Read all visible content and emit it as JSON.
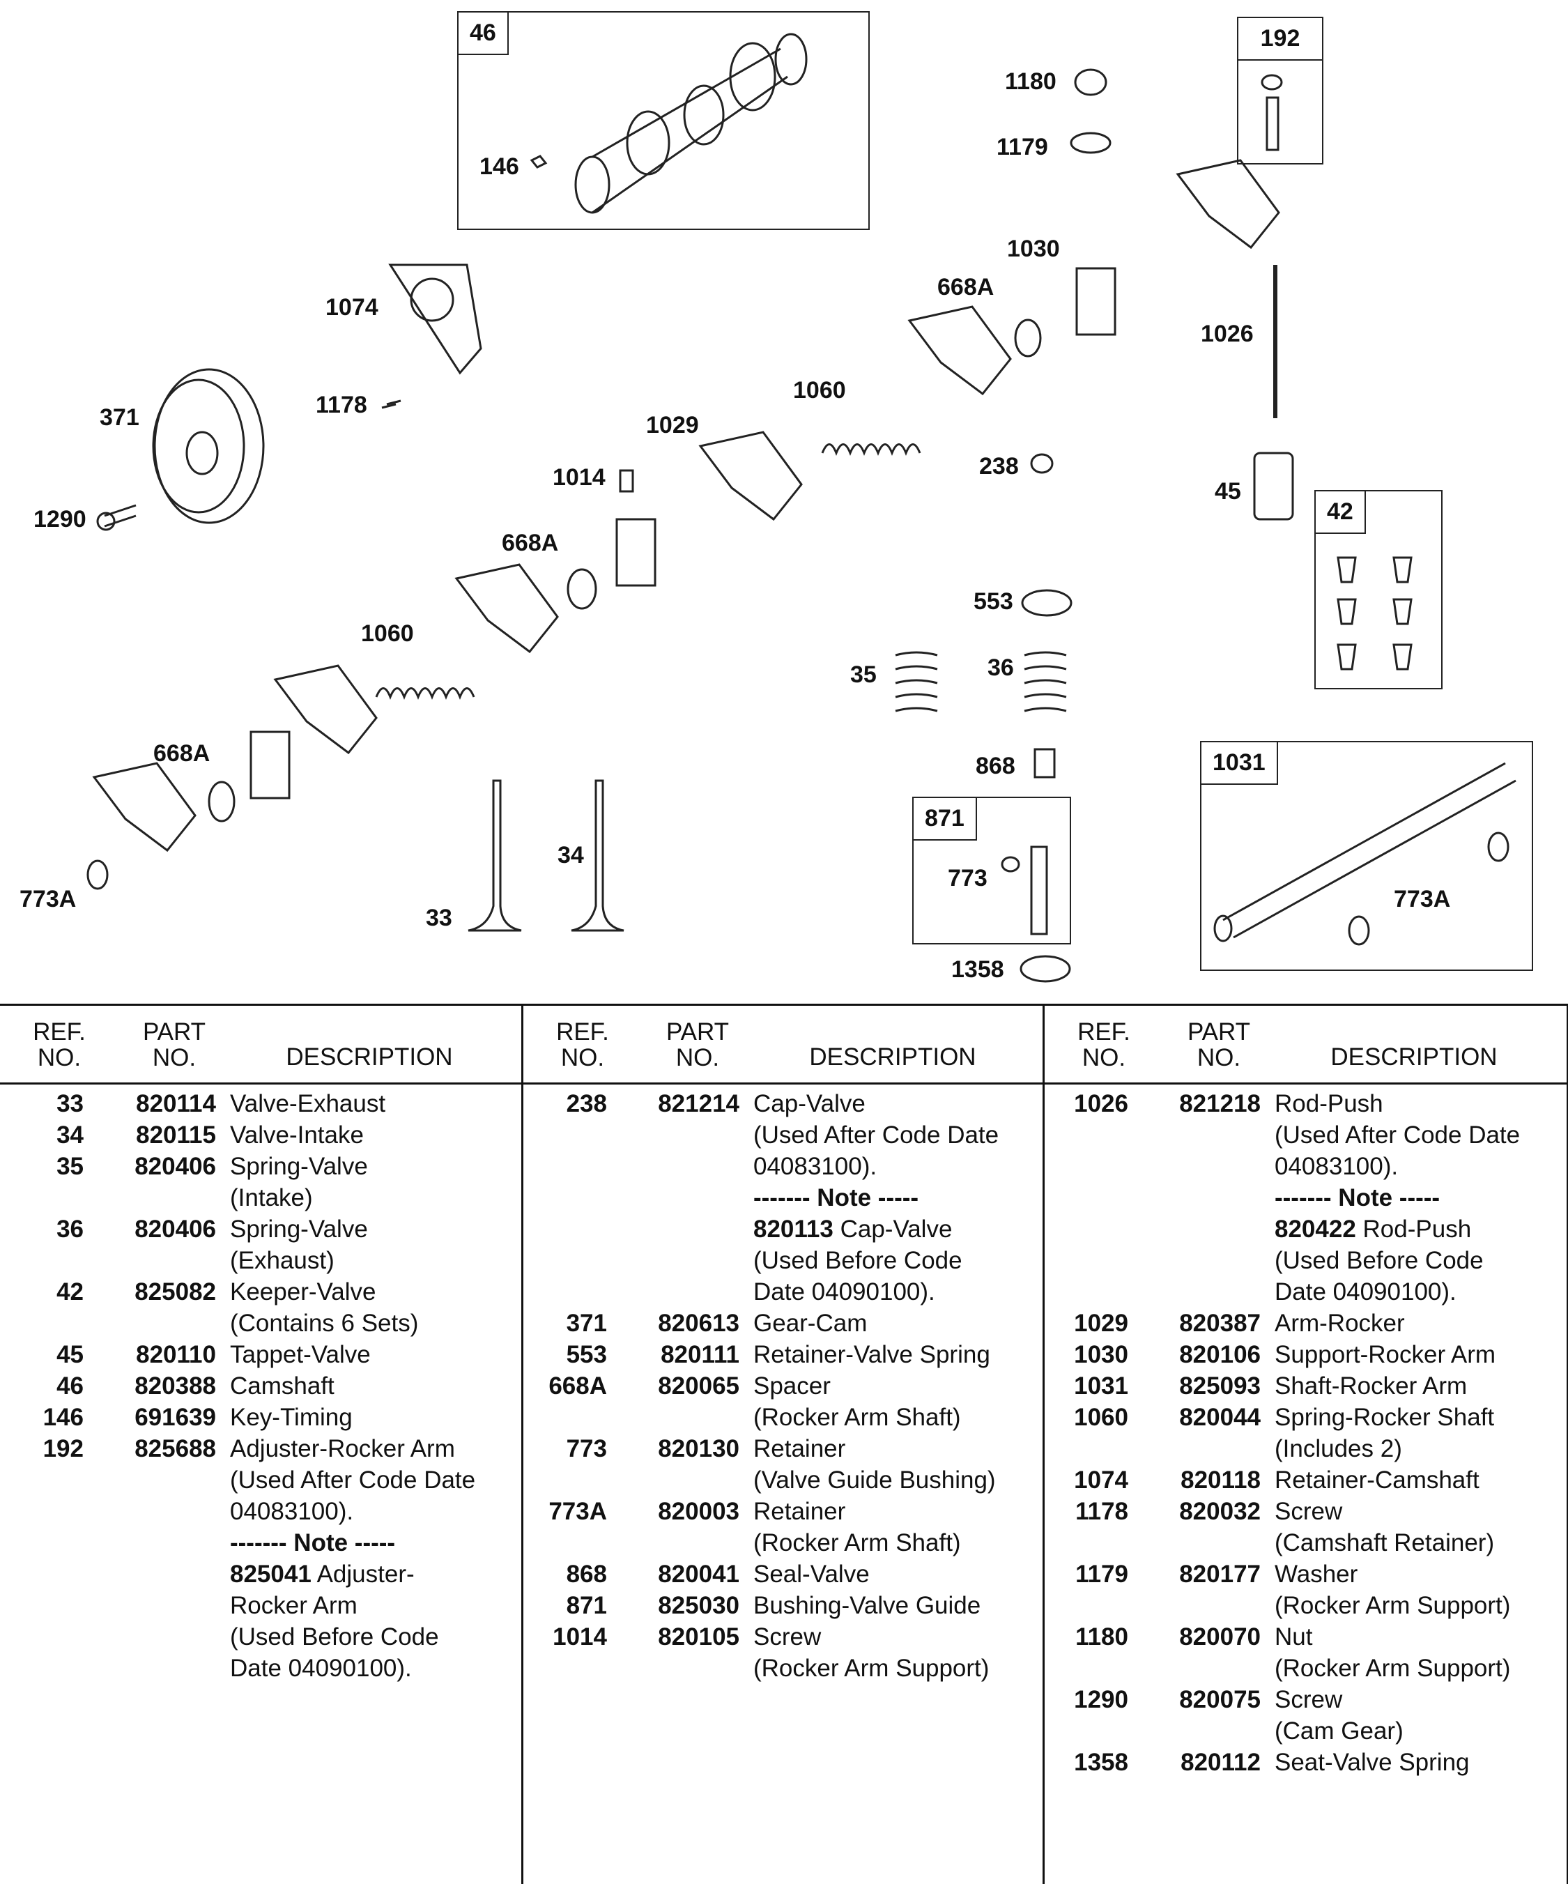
{
  "callouts": {
    "c46": "46",
    "c146": "146",
    "c1180": "1180",
    "c1179": "1179",
    "c192": "192",
    "c1030": "1030",
    "c668A_1": "668A",
    "c1074": "1074",
    "c1026": "1026",
    "c1060_1": "1060",
    "c371": "371",
    "c1178": "1178",
    "c1029": "1029",
    "c238": "238",
    "c1014": "1014",
    "c1290": "1290",
    "c45": "45",
    "c42": "42",
    "c668A_2": "668A",
    "c553": "553",
    "c1060_2": "1060",
    "c35": "35",
    "c36": "36",
    "c668A_3": "668A",
    "c868": "868",
    "c1031": "1031",
    "c871": "871",
    "c34": "34",
    "c773": "773",
    "c773A_1": "773A",
    "c773A_2": "773A",
    "c33": "33",
    "c1358": "1358"
  },
  "table": {
    "headers": {
      "ref": "REF.\nNO.",
      "part": "PART\nNO.",
      "desc": "DESCRIPTION"
    },
    "columns": [
      [
        {
          "ref": "33",
          "part": "820114",
          "desc": "Valve-Exhaust"
        },
        {
          "ref": "34",
          "part": "820115",
          "desc": "Valve-Intake"
        },
        {
          "ref": "35",
          "part": "820406",
          "desc": "Spring-Valve"
        },
        {
          "ref": "",
          "part": "",
          "desc": "(Intake)"
        },
        {
          "ref": "36",
          "part": "820406",
          "desc": "Spring-Valve"
        },
        {
          "ref": "",
          "part": "",
          "desc": "(Exhaust)"
        },
        {
          "ref": "42",
          "part": "825082",
          "desc": "Keeper-Valve"
        },
        {
          "ref": "",
          "part": "",
          "desc": "(Contains 6 Sets)"
        },
        {
          "ref": "45",
          "part": "820110",
          "desc": "Tappet-Valve"
        },
        {
          "ref": "46",
          "part": "820388",
          "desc": "Camshaft"
        },
        {
          "ref": "146",
          "part": "691639",
          "desc": "Key-Timing"
        },
        {
          "ref": "192",
          "part": "825688",
          "desc": "Adjuster-Rocker Arm"
        },
        {
          "ref": "",
          "part": "",
          "desc": "(Used After Code Date"
        },
        {
          "ref": "",
          "part": "",
          "desc": "04083100)."
        },
        {
          "ref": "",
          "part": "",
          "desc": "------- Note -----",
          "note": true
        },
        {
          "ref": "",
          "part": "",
          "bold": "825041",
          "desc": " Adjuster-"
        },
        {
          "ref": "",
          "part": "",
          "desc": "Rocker Arm"
        },
        {
          "ref": "",
          "part": "",
          "desc": "(Used Before Code"
        },
        {
          "ref": "",
          "part": "",
          "desc": "Date 04090100)."
        }
      ],
      [
        {
          "ref": "238",
          "part": "821214",
          "desc": "Cap-Valve"
        },
        {
          "ref": "",
          "part": "",
          "desc": "(Used After Code Date"
        },
        {
          "ref": "",
          "part": "",
          "desc": "04083100)."
        },
        {
          "ref": "",
          "part": "",
          "desc": "------- Note -----",
          "note": true
        },
        {
          "ref": "",
          "part": "",
          "bold": "820113",
          "desc": " Cap-Valve"
        },
        {
          "ref": "",
          "part": "",
          "desc": "(Used Before Code"
        },
        {
          "ref": "",
          "part": "",
          "desc": "Date 04090100)."
        },
        {
          "ref": "371",
          "part": "820613",
          "desc": "Gear-Cam"
        },
        {
          "ref": "553",
          "part": "820111",
          "desc": "Retainer-Valve Spring"
        },
        {
          "ref": "668A",
          "part": "820065",
          "desc": "Spacer"
        },
        {
          "ref": "",
          "part": "",
          "desc": "(Rocker Arm Shaft)"
        },
        {
          "ref": "773",
          "part": "820130",
          "desc": "Retainer"
        },
        {
          "ref": "",
          "part": "",
          "desc": "(Valve Guide Bushing)"
        },
        {
          "ref": "773A",
          "part": "820003",
          "desc": "Retainer"
        },
        {
          "ref": "",
          "part": "",
          "desc": "(Rocker Arm Shaft)"
        },
        {
          "ref": "868",
          "part": "820041",
          "desc": "Seal-Valve"
        },
        {
          "ref": "871",
          "part": "825030",
          "desc": "Bushing-Valve Guide"
        },
        {
          "ref": "1014",
          "part": "820105",
          "desc": "Screw"
        },
        {
          "ref": "",
          "part": "",
          "desc": "(Rocker Arm Support)"
        }
      ],
      [
        {
          "ref": "1026",
          "part": "821218",
          "desc": "Rod-Push"
        },
        {
          "ref": "",
          "part": "",
          "desc": "(Used After Code Date"
        },
        {
          "ref": "",
          "part": "",
          "desc": "04083100)."
        },
        {
          "ref": "",
          "part": "",
          "desc": "------- Note -----",
          "note": true
        },
        {
          "ref": "",
          "part": "",
          "bold": "820422",
          "desc": " Rod-Push"
        },
        {
          "ref": "",
          "part": "",
          "desc": "(Used Before Code"
        },
        {
          "ref": "",
          "part": "",
          "desc": "Date 04090100)."
        },
        {
          "ref": "1029",
          "part": "820387",
          "desc": "Arm-Rocker"
        },
        {
          "ref": "1030",
          "part": "820106",
          "desc": "Support-Rocker Arm"
        },
        {
          "ref": "1031",
          "part": "825093",
          "desc": "Shaft-Rocker Arm"
        },
        {
          "ref": "1060",
          "part": "820044",
          "desc": "Spring-Rocker Shaft"
        },
        {
          "ref": "",
          "part": "",
          "desc": "(Includes 2)"
        },
        {
          "ref": "1074",
          "part": "820118",
          "desc": "Retainer-Camshaft"
        },
        {
          "ref": "1178",
          "part": "820032",
          "desc": "Screw"
        },
        {
          "ref": "",
          "part": "",
          "desc": "(Camshaft Retainer)"
        },
        {
          "ref": "1179",
          "part": "820177",
          "desc": "Washer"
        },
        {
          "ref": "",
          "part": "",
          "desc": "(Rocker Arm Support)"
        },
        {
          "ref": "1180",
          "part": "820070",
          "desc": "Nut"
        },
        {
          "ref": "",
          "part": "",
          "desc": "(Rocker Arm Support)"
        },
        {
          "ref": "1290",
          "part": "820075",
          "desc": "Screw"
        },
        {
          "ref": "",
          "part": "",
          "desc": "(Cam Gear)"
        },
        {
          "ref": "1358",
          "part": "820112",
          "desc": "Seat-Valve Spring"
        }
      ]
    ]
  }
}
